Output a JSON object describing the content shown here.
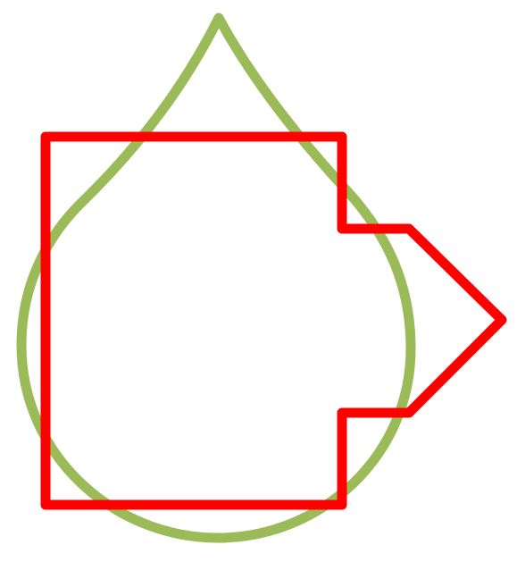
{
  "diagram": {
    "shapes": [
      {
        "name": "teardrop-shape",
        "kind": "teardrop",
        "outline_color": "#9BBB59",
        "fill": "none"
      },
      {
        "name": "arrow-callout-shape",
        "kind": "right-arrow-callout",
        "outline_color": "#FF0000",
        "fill": "none"
      }
    ]
  }
}
